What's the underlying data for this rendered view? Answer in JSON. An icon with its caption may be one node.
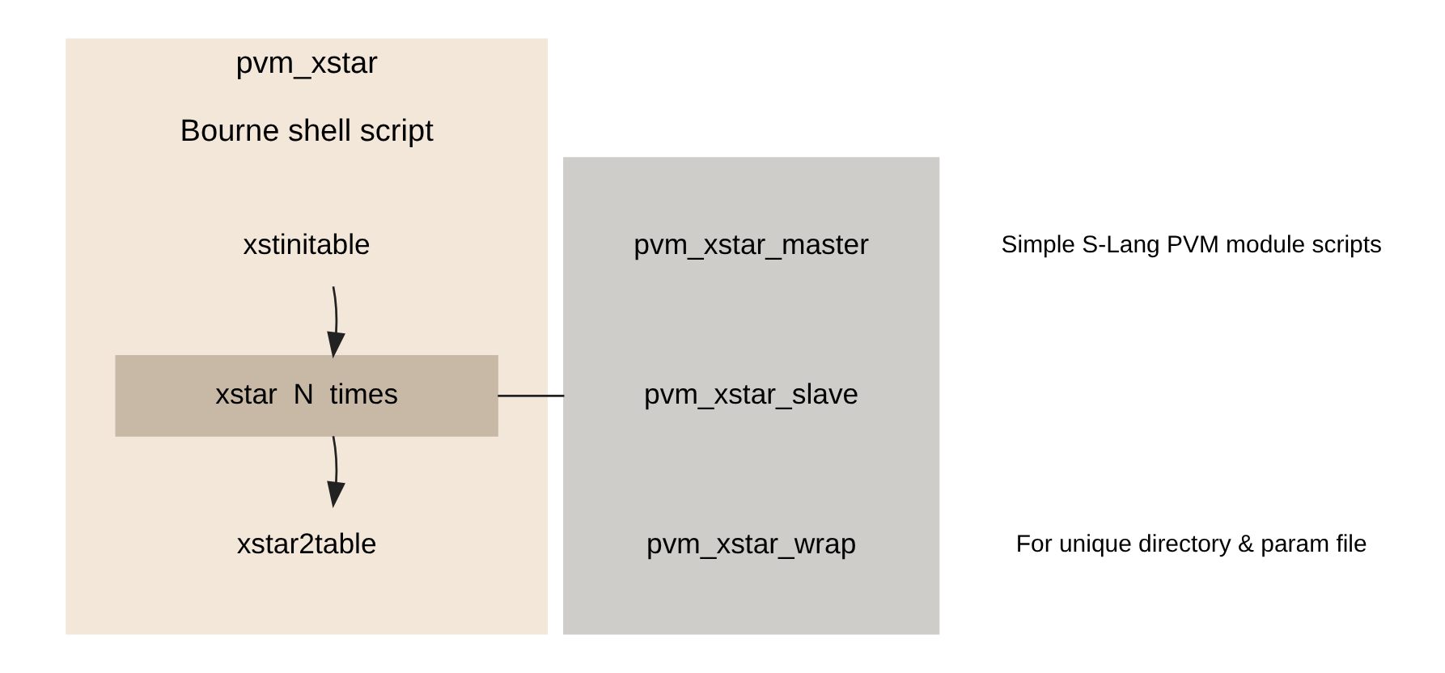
{
  "diagram": {
    "nodes": [
      {
        "text": [
          "pvm_xstar",
          "Bourne shell script"
        ]
      },
      {
        "text": [
          "xstinitable"
        ],
        "in": 0
      },
      {
        "text": [
          "xstar  N  times"
        ],
        "in": 0
      },
      {
        "text": [
          "xstar2table"
        ],
        "in": 0
      },
      {
        "text": [],
        "shape": "box"
      },
      {
        "text": [
          "pvm_xstar_master"
        ],
        "in": 4
      },
      {
        "text": [
          "pvm_xstar_slave"
        ],
        "in": 4
      },
      {
        "text": [
          "pvm_xstar_wrap"
        ],
        "in": 4
      }
    ],
    "edges": [
      {
        "from": 1,
        "to": 2,
        "arrow": "to"
      },
      {
        "from": 2,
        "to": 3,
        "arrow": "to"
      },
      {
        "from": 2,
        "to": 4,
        "arrow": "none"
      }
    ],
    "labels": [
      "Simple S-Lang PVM module scripts",
      "For unique directory & param file"
    ]
  }
}
